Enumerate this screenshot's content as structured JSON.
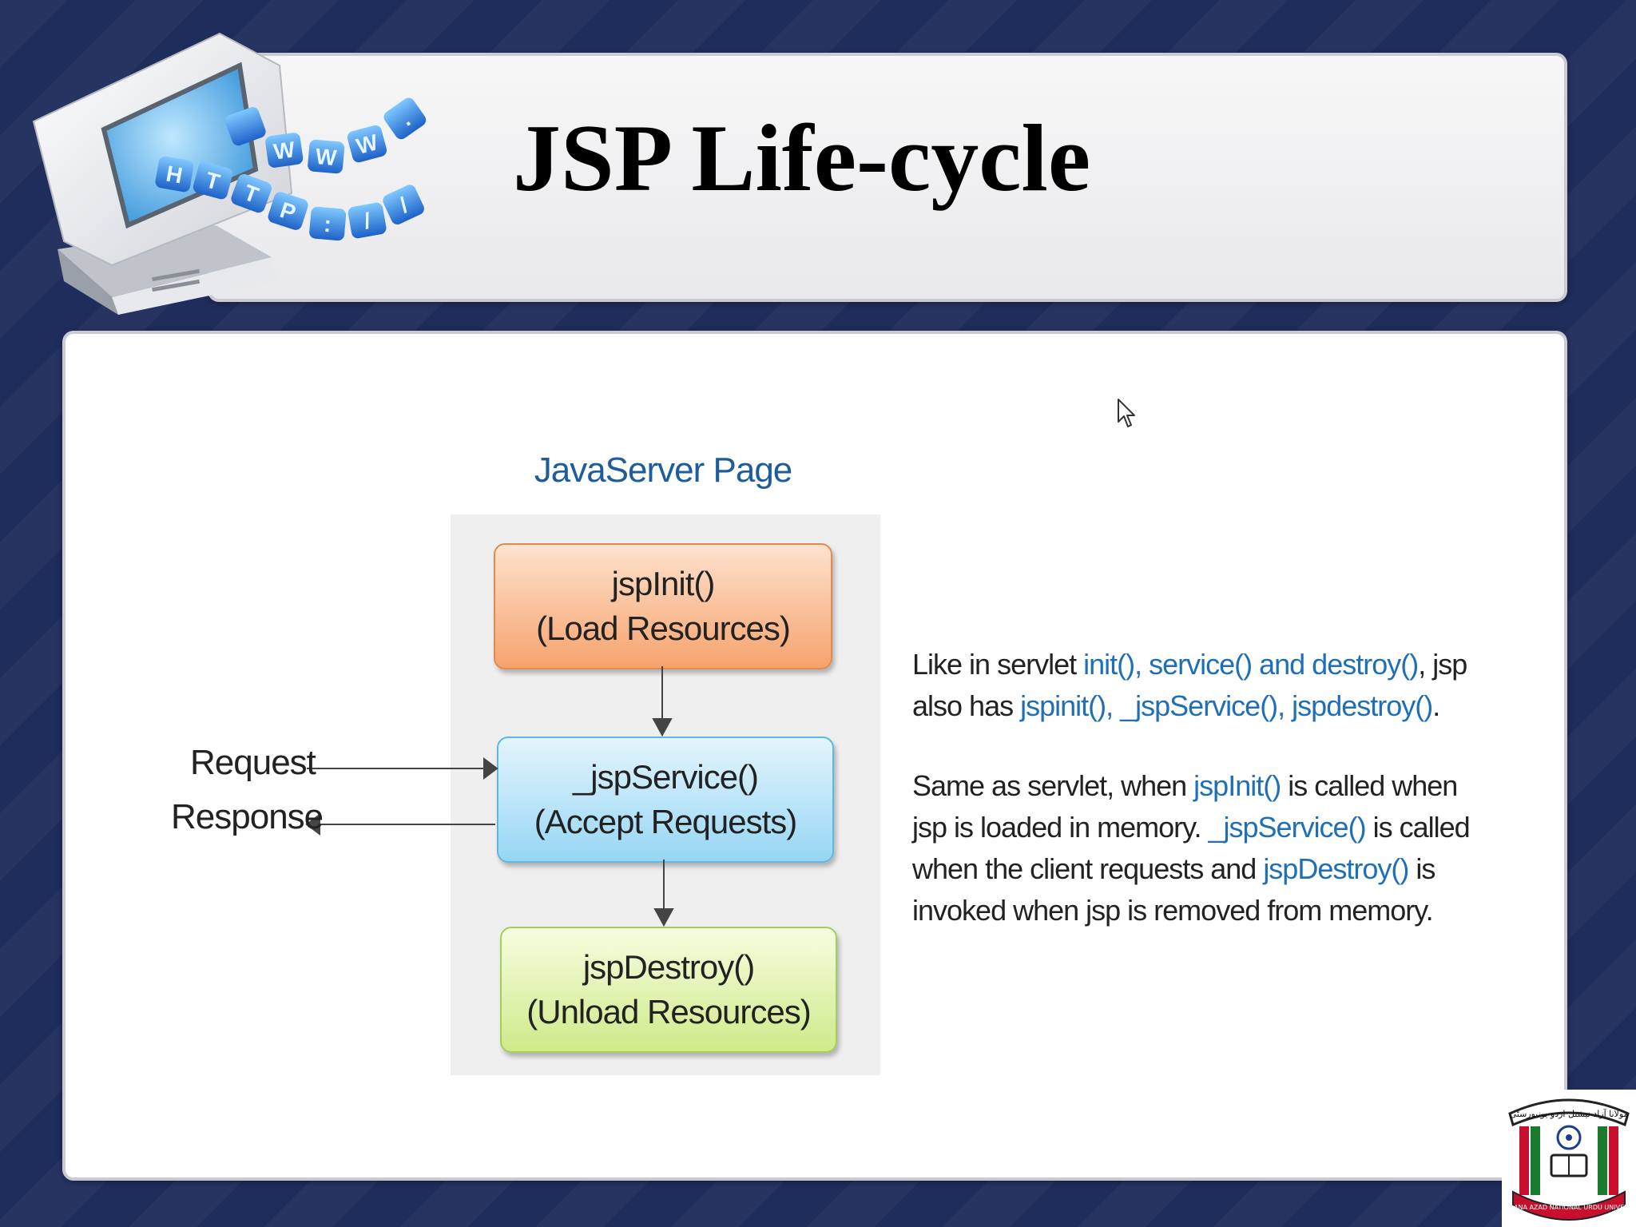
{
  "slide": {
    "title": "JSP Life-cycle"
  },
  "header_icon": {
    "keys_top": [
      "W",
      "W",
      "W",
      "."
    ],
    "keys_bottom": [
      "H",
      "T",
      "T",
      "P",
      ":",
      "/",
      "/"
    ]
  },
  "diagram": {
    "caption": "JavaServer Page",
    "nodes": [
      {
        "id": "init",
        "line1": "jspInit()",
        "line2": "(Load Resources)",
        "color": "#f6a36d"
      },
      {
        "id": "service",
        "line1": "_jspService()",
        "line2": "(Accept Requests)",
        "color": "#97d6f4"
      },
      {
        "id": "destroy",
        "line1": "jspDestroy()",
        "line2": "(Unload Resources)",
        "color": "#cfea8a"
      }
    ],
    "request_label": "Request",
    "response_label": "Response"
  },
  "description": {
    "p1": {
      "t1": "Like in servlet ",
      "h1": "init(), service() and destroy()",
      "t2": ", jsp also has ",
      "h2": "jspinit(), _jspService(), jspdestroy()",
      "t3": "."
    },
    "p2": {
      "t1": "Same as servlet, when ",
      "h1": "jspInit()",
      "t2": " is called when jsp is loaded in memory. ",
      "h2": "_jspService()",
      "t3": " is called when the client requests and ",
      "h3": "jspDestroy()",
      "t4": " is invoked when jsp is removed from memory."
    }
  },
  "colors": {
    "background": "#1f2d5c",
    "highlight_text": "#1f6fb8",
    "caption_text": "#1f5c9c"
  },
  "logo": {
    "text_top": "مولانا آزاد نیشنل اردو یونیورسٹی",
    "text_bottom": "MAULANA AZAD NATIONAL URDU UNIVERSITY"
  }
}
